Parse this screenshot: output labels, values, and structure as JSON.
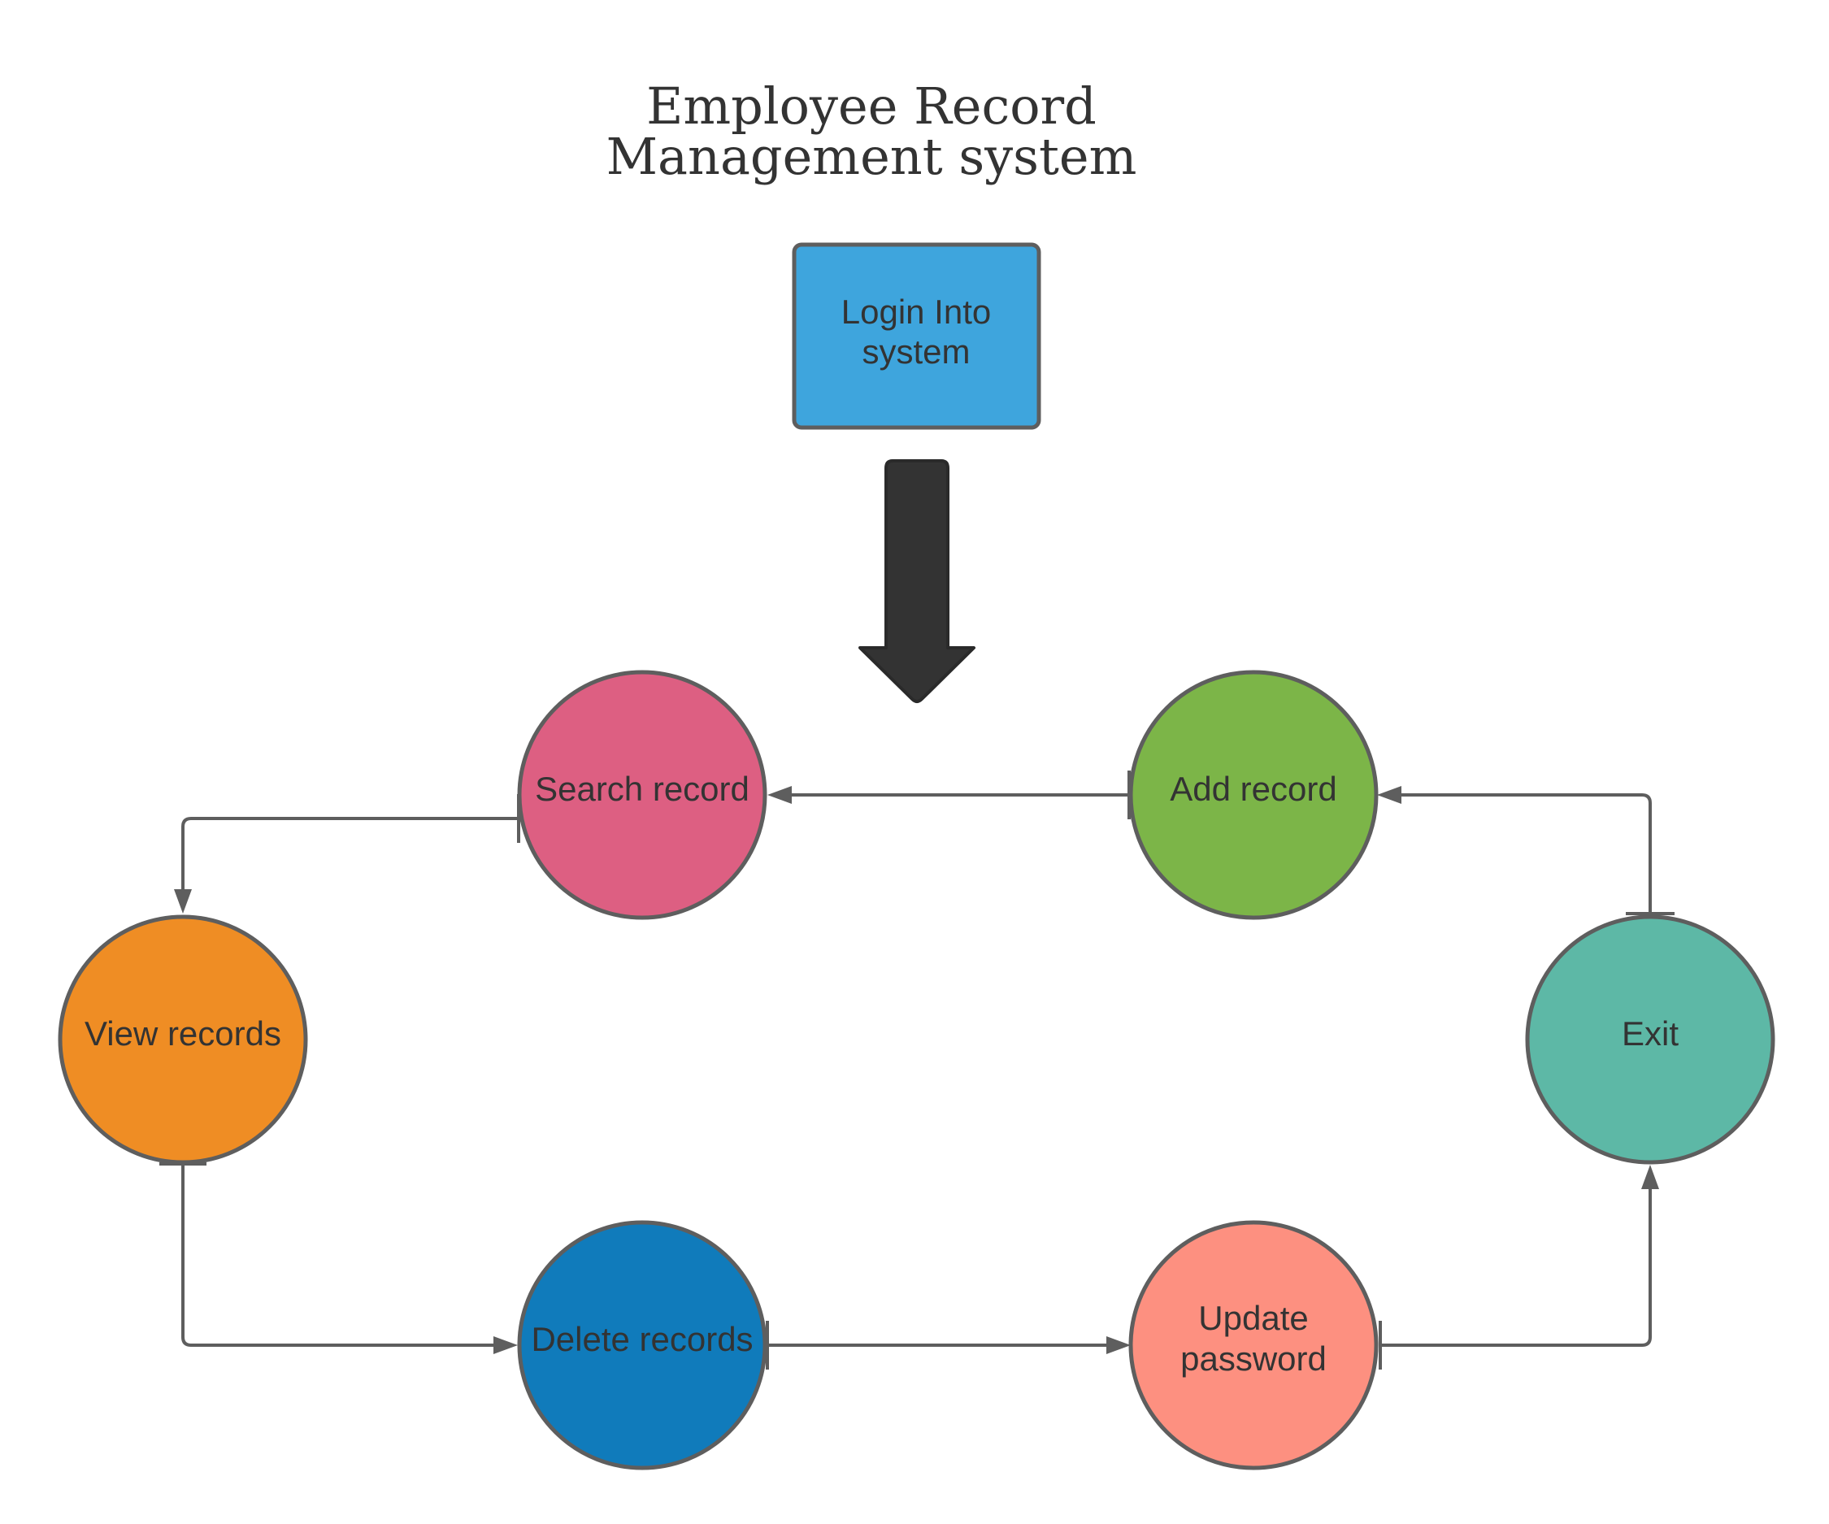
{
  "title": {
    "line1": "Employee Record",
    "line2": "Management system"
  },
  "nodes": {
    "login": {
      "line1": "Login Into",
      "line2": "system",
      "color": "#3ea5dd"
    },
    "search": {
      "label": "Search record",
      "color": "#dd5f82"
    },
    "add": {
      "label": "Add record",
      "color": "#7cb548"
    },
    "view": {
      "label": "View records",
      "color": "#ef8d24"
    },
    "exit": {
      "label": "Exit",
      "color": "#5db8a6"
    },
    "delete": {
      "label": "Delete records",
      "color": "#107bbb"
    },
    "update": {
      "line1": "Update",
      "line2": "password",
      "color": "#fd9080"
    }
  },
  "colors": {
    "big_arrow": "#333333",
    "connector": "#5e5e5e"
  }
}
